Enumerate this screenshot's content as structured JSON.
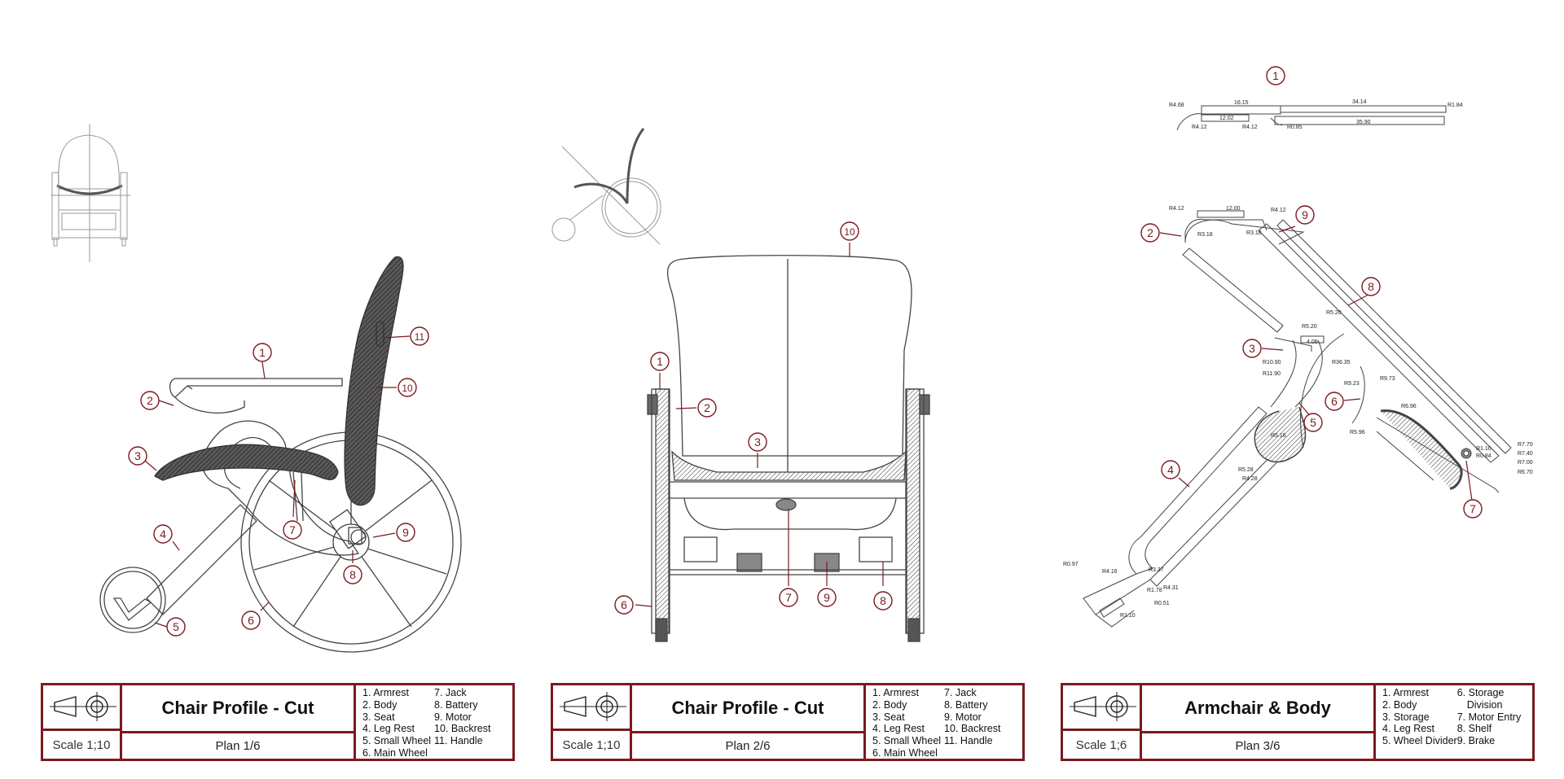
{
  "colors": {
    "accent": "#7a1a1f",
    "line": "#444444"
  },
  "plans": [
    {
      "title": "Chair Profile - Cut",
      "scale": "Scale 1;10",
      "plan": "Plan 1/6",
      "legend_left": [
        "1. Armrest",
        "2. Body",
        "3. Seat",
        "4. Leg Rest",
        "5. Small Wheel",
        "6. Main Wheel"
      ],
      "legend_right": [
        "7. Jack",
        "8. Battery",
        "9. Motor",
        "10. Backrest",
        "11. Handle"
      ],
      "callouts": [
        "1",
        "2",
        "3",
        "4",
        "5",
        "6",
        "7",
        "8",
        "9",
        "10",
        "11"
      ]
    },
    {
      "title": "Chair Profile - Cut",
      "scale": "Scale 1;10",
      "plan": "Plan 2/6",
      "legend_left": [
        "1. Armrest",
        "2. Body",
        "3. Seat",
        "4. Leg Rest",
        "5. Small Wheel",
        "6. Main Wheel"
      ],
      "legend_right": [
        "7. Jack",
        "8. Battery",
        "9. Motor",
        "10. Backrest",
        "11. Handle"
      ],
      "callouts": [
        "1",
        "2",
        "3",
        "6",
        "7",
        "8",
        "9",
        "10"
      ]
    },
    {
      "title": "Armchair & Body",
      "scale": "Scale 1;6",
      "plan": "Plan 3/6",
      "legend_left": [
        "1. Armrest",
        "2. Body",
        "3. Storage",
        "4. Leg Rest",
        "5. Wheel Divider"
      ],
      "legend_right": [
        "6. Storage",
        "   Division",
        "7. Motor Entry",
        "8. Shelf",
        "9. Brake"
      ],
      "callouts": [
        "1",
        "2",
        "3",
        "4",
        "5",
        "6",
        "7",
        "8",
        "9"
      ],
      "dimensions": [
        "16.15",
        "34.14",
        "12.02",
        "35.90",
        "R4.68",
        "R4.12",
        "R4.12",
        "R0.85",
        "R1.84",
        "12.00",
        "R4.12",
        "R3.18",
        "R3.18",
        "R4.12",
        "R5.20",
        "R5.20",
        "4.06",
        "R10.90",
        "R11.90",
        "R36.35",
        "R9.23",
        "R9.73",
        "R6.96",
        "R5.96",
        "R5.16",
        "R5.28",
        "R4.28",
        "R1.10",
        "R0.84",
        "R7.70",
        "R7.40",
        "R7.00",
        "R6.70",
        "R0.97",
        "R4.16",
        "R3.37",
        "R1.78",
        "R4.31",
        "R0.51",
        "R1.10"
      ]
    }
  ]
}
